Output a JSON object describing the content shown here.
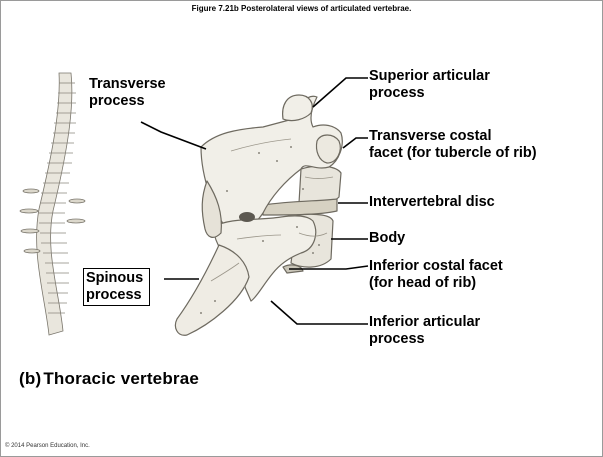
{
  "figure_title": "Figure 7.21b  Posterolateral views of articulated vertebrae.",
  "labels": {
    "transverse_process": "Transverse\nprocess",
    "superior_articular_process": "Superior articular\nprocess",
    "transverse_costal_facet": "Transverse costal\nfacet (for tubercle of rib)",
    "intervertebral_disc": "Intervertebral disc",
    "body": "Body",
    "inferior_costal_facet": "Inferior costal facet\n(for head of rib)",
    "spinous_process": "Spinous\nprocess",
    "inferior_articular_process": "Inferior articular\nprocess"
  },
  "caption": {
    "part": "(b)",
    "title": "Thoracic vertebrae"
  },
  "copyright": "© 2014 Pearson Education, Inc.",
  "colors": {
    "bone_fill": "#f1efe8",
    "bone_shade": "#c9c5b8",
    "outline": "#6e6a60",
    "leader_line": "#000000"
  }
}
